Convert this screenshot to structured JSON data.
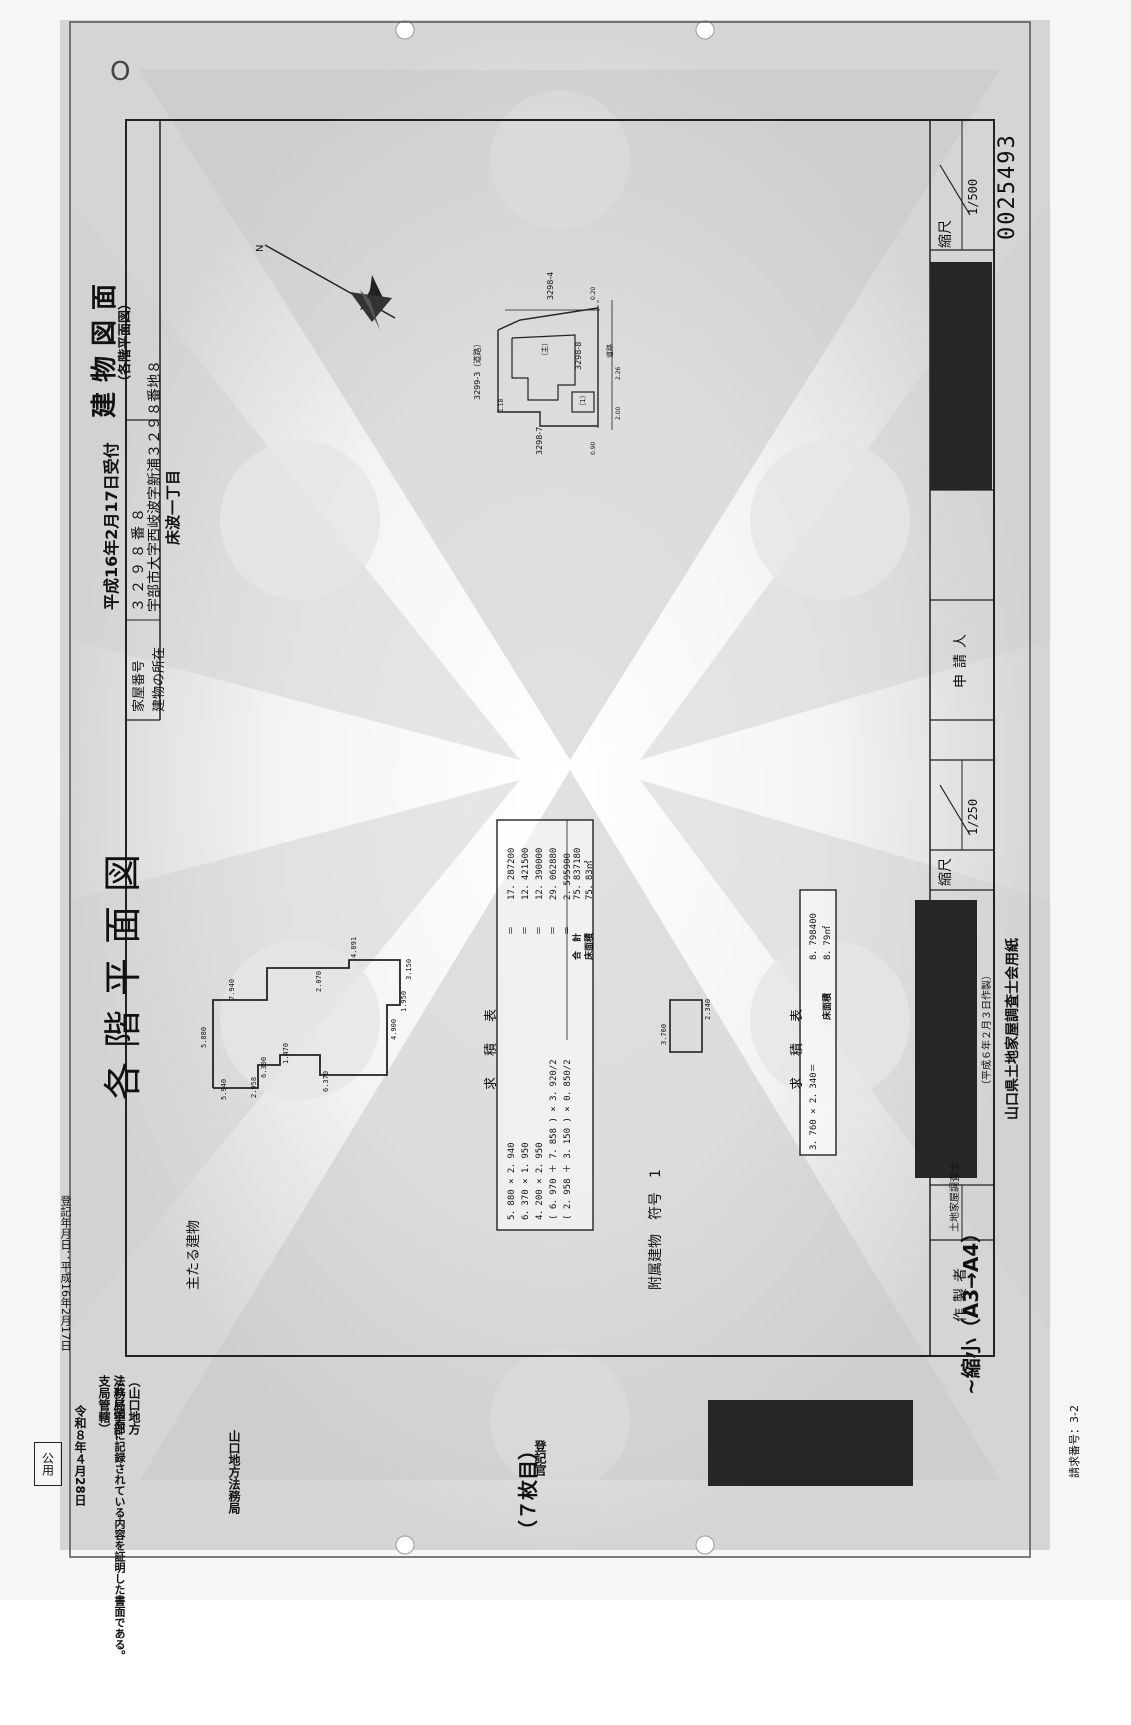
{
  "document": {
    "public_use_mark": "公用",
    "registration_date": "登記年月日：平成16年2月17日",
    "certificate_lines": [
      "これは図面に記録されている内容を証明した書面である。",
      "（山口地方法務局宇部支局管轄）",
      "令和８年４月28日",
      "山口地方法務局",
      "登記官"
    ],
    "sheet_number": "（７枚目）",
    "request_number": "請求番号：3-2",
    "reduction_note": "~縮小（A3→A4）",
    "serial_number": "0025493"
  },
  "title_block": {
    "drawing_title": "各階平面図",
    "date_received": "平成16年2月17日受付",
    "house_number_label": "家屋番号",
    "house_number_value": "３２９８番８",
    "location_label": "建物の所在",
    "location_value_line1": "宇部市大字西岐波字新浦３２９８番地８",
    "location_value_line2": "床波一丁目",
    "building_plan_title": "建物図面",
    "building_plan_subtitle": "（各階平面図）",
    "scale_label": "縮尺",
    "scale_building": "1/500",
    "scale_floor": "1/250",
    "applicant_label": "申請人",
    "creator_label": "作製者",
    "creator_role": "土地家屋調査士",
    "association": "山口県土地家屋調査士会用紙",
    "form_note": "（平成６年２月３日作製）"
  },
  "site_plan": {
    "north": "N",
    "lots": [
      "3299-3（道路）",
      "3298-4",
      "3298-8",
      "3298-7"
    ],
    "building_marks": [
      "（主）",
      "（1）"
    ],
    "road": "道路",
    "dims": [
      "1.18",
      "0.20",
      "0.90",
      "2.26",
      "2.00"
    ]
  },
  "main_building": {
    "label": "主たる建物",
    "dims": [
      "5.880",
      "7.940",
      "2.070",
      "4.891",
      "3.150",
      "4.900",
      "6.300",
      "1.470",
      "2.958",
      "5.940",
      "1.950",
      "6.370"
    ],
    "area_table": {
      "title": "求　積　表",
      "rows": [
        {
          "expr": "5．880 × 2．940",
          "eq": "＝",
          "result": "17．287200"
        },
        {
          "expr": "6．370 × 1．950",
          "eq": "＝",
          "result": "12．421500"
        },
        {
          "expr": "4．200 × 2．950",
          "eq": "＝",
          "result": "12．390000"
        },
        {
          "expr": "( 6．970 ＋ 7．858 ) × 3．920/2",
          "eq": "＝",
          "result": "29．062880"
        },
        {
          "expr": "( 2．958 ＋ 3．150 ) × 0．850/2",
          "eq": "＝",
          "result": "2．595900"
        }
      ],
      "total_label": "合　計",
      "total_value": "75．837180",
      "floor_area_label": "床面積",
      "floor_area_value": "75．83㎡"
    }
  },
  "annex_building": {
    "label": "附属建物　符号　1",
    "dims": [
      "3.760",
      "2.340"
    ],
    "area_table": {
      "title": "求　積　表",
      "expr": "3．760 × 2．340＝",
      "result": "8．798400",
      "floor_area_label": "床面積",
      "floor_area_value": "8．79㎡"
    }
  }
}
